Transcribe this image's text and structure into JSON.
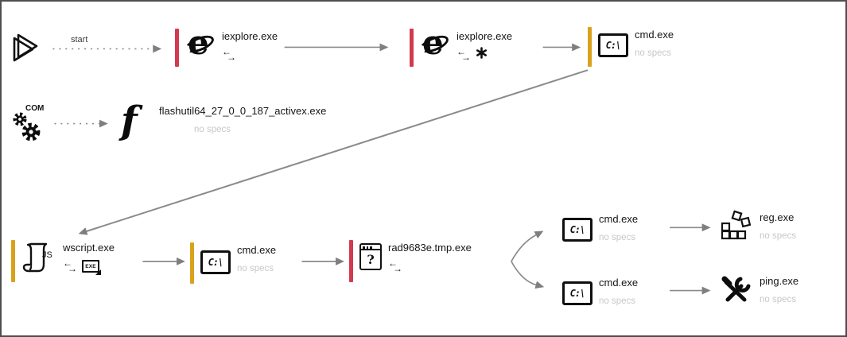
{
  "diagram": {
    "colors": {
      "alert_bar": "#d23a4e",
      "warning_bar": "#d9a21b",
      "connector": "#8a8a8a",
      "muted_text": "#c8c8c8",
      "label_text": "#151515"
    },
    "edges": {
      "start_label": "start"
    },
    "glyphs": {
      "cmd": "C:\\",
      "ie": "e",
      "flash": "f",
      "unknown": "?"
    },
    "nodes": {
      "com": {
        "badge": "COM"
      },
      "iexplore1": {
        "label": "iexplore.exe"
      },
      "iexplore2": {
        "label": "iexplore.exe"
      },
      "cmd1": {
        "label": "cmd.exe",
        "sub": "no specs"
      },
      "flash": {
        "label": "flashutil64_27_0_0_187_activex.exe",
        "sub": "no specs"
      },
      "wscript": {
        "label": "wscript.exe",
        "badge": "JS",
        "drop_badge": "EXE"
      },
      "cmd2": {
        "label": "cmd.exe",
        "sub": "no specs"
      },
      "rad": {
        "label": "rad9683e.tmp.exe"
      },
      "cmd3": {
        "label": "cmd.exe",
        "sub": "no specs"
      },
      "reg": {
        "label": "reg.exe",
        "sub": "no specs"
      },
      "cmd4": {
        "label": "cmd.exe",
        "sub": "no specs"
      },
      "ping": {
        "label": "ping.exe",
        "sub": "no specs"
      }
    }
  }
}
